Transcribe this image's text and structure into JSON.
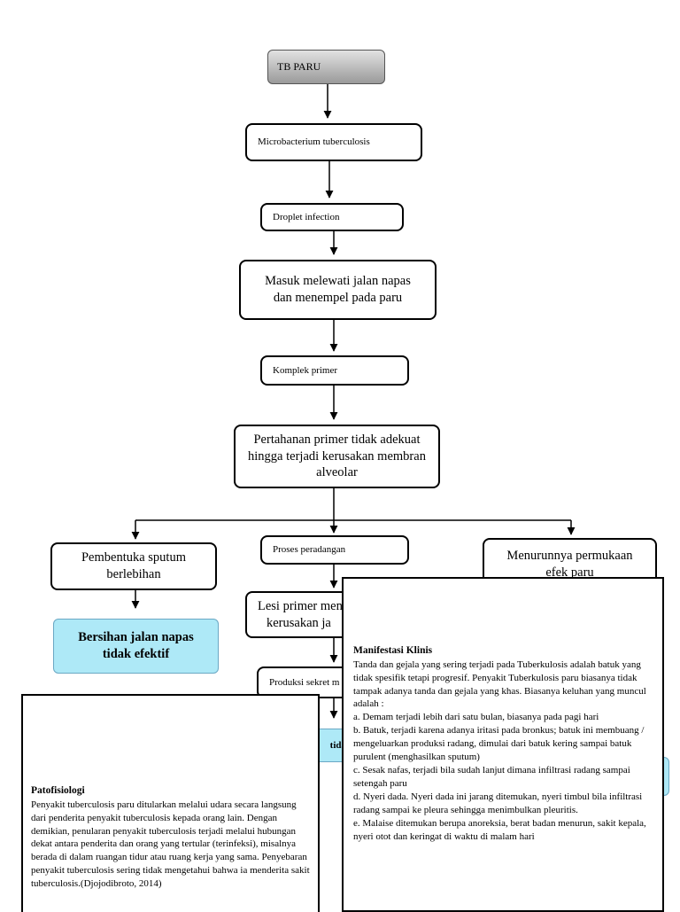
{
  "flowchart": {
    "root": "TB PARU",
    "cause": "Microbacterium tuberculosis",
    "transmission": "Droplet infection",
    "entry": "Masuk melewati jalan napas dan menempel pada paru",
    "complex": "Komplek primer",
    "defense": "Pertahanan primer tidak adekuat hingga terjadi kerusakan membran alveolar",
    "left_branch": "Pembentuka sputum berlebihan",
    "left_diagnosis": "Bersihan jalan napas tidak efektif",
    "center_branch": "Proses peradangan",
    "center_lesion": "Lesi primer men",
    "center_lesion_2": "kerusakan ja",
    "center_secretion": "Produksi sekret m",
    "center_partial": "tida",
    "right_branch": "Menurunnya permukaan efek paru"
  },
  "manifestasi": {
    "title": "Manifestasi Klinis",
    "intro": " Tanda dan gejala yang sering terjadi pada Tuberkulosis adalah batuk yang tidak spesifik tetapi progresif. Penyakit Tuberkulosis paru biasanya tidak tampak adanya tanda dan gejala yang khas. Biasanya keluhan yang muncul adalah :",
    "items": [
      "a. Demam terjadi lebih dari satu bulan, biasanya pada pagi hari",
      "b. Batuk, terjadi karena adanya iritasi pada bronkus; batuk ini membuang / mengeluarkan produksi radang, dimulai dari batuk kering sampai batuk purulent (menghasilkan sputum)",
      "c. Sesak nafas, terjadi bila sudah lanjut dimana infiltrasi radang sampai setengah paru",
      "d. Nyeri dada. Nyeri dada ini jarang ditemukan, nyeri timbul bila infiltrasi radang sampai ke pleura sehingga menimbulkan pleuritis.",
      "e. Malaise ditemukan berupa anoreksia, berat badan menurun, sakit kepala, nyeri otot dan keringat di waktu di malam hari"
    ]
  },
  "patofisiologi": {
    "title": "Patofisiologi",
    "body": "Penyakit tuberculosis paru ditularkan melalui udara secara langsung dari penderita penyakit tuberculosis kepada orang lain. Dengan demikian, penularan penyakit tuberculosis terjadi melalui hubungan dekat antara penderita dan orang yang tertular (terinfeksi), misalnya berada di dalam ruangan tidur atau ruang kerja yang sama. Penyebaran penyakit tuberculosis sering tidak mengetahui bahwa ia menderita sakit tuberculosis.(Djojodibroto, 2014)"
  },
  "colors": {
    "diagnosis_fill": "#aee9f7",
    "root_fill": "#b5b5b5"
  }
}
